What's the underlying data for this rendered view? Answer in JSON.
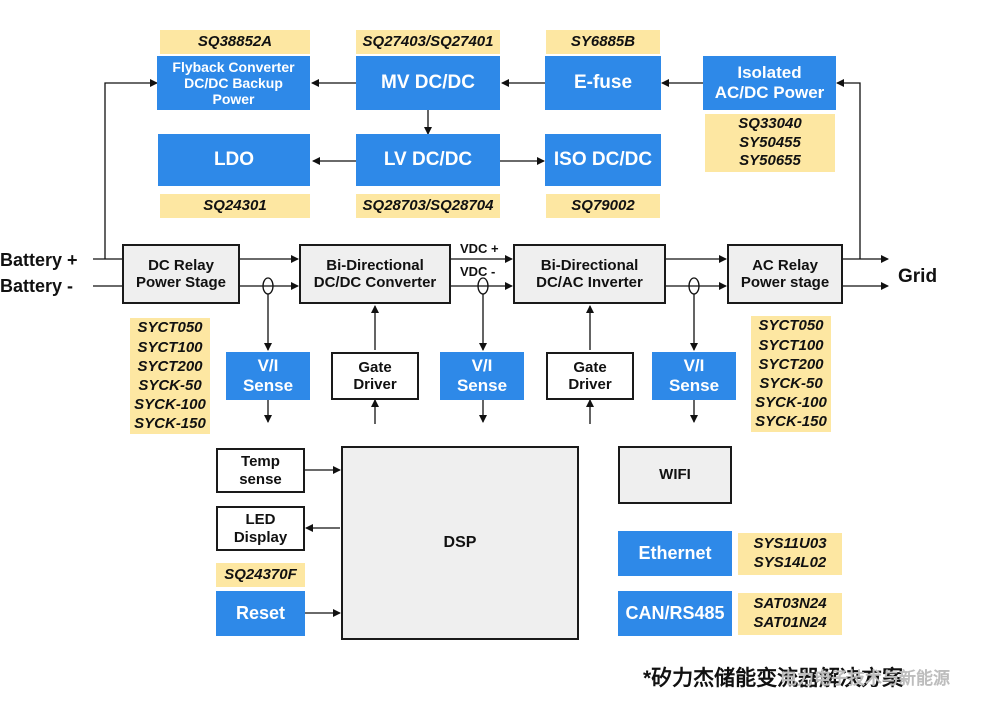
{
  "blocks": {
    "flyback": [
      "Flyback Converter",
      "DC/DC Backup",
      "Power"
    ],
    "mv_dcdc": "MV DC/DC",
    "efuse": "E-fuse",
    "isolated_acdc": [
      "Isolated",
      "AC/DC Power"
    ],
    "ldo": "LDO",
    "lv_dcdc": "LV DC/DC",
    "iso_dcdc": "ISO DC/DC",
    "dc_relay": [
      "DC Relay",
      "Power Stage"
    ],
    "bidir_dcdc": [
      "Bi-Directional",
      "DC/DC Converter"
    ],
    "bidir_dcac": [
      "Bi-Directional",
      "DC/AC Inverter"
    ],
    "ac_relay": [
      "AC Relay",
      "Power stage"
    ],
    "vi_sense": [
      "V/I",
      "Sense"
    ],
    "gate_driver": [
      "Gate",
      "Driver"
    ],
    "temp_sense": [
      "Temp",
      "sense"
    ],
    "led_display": [
      "LED",
      "Display"
    ],
    "dsp": "DSP",
    "reset": "Reset",
    "wifi": "WIFI",
    "ethernet": "Ethernet",
    "can_rs485": "CAN/RS485"
  },
  "parts": {
    "flyback": [
      "SQ38852A"
    ],
    "mv_dcdc": [
      "SQ27403/SQ27401"
    ],
    "efuse": [
      "SY6885B"
    ],
    "isolated_acdc": [
      "SQ33040",
      "SY50455",
      "SY50655"
    ],
    "ldo": [
      "SQ24301"
    ],
    "lv_dcdc": [
      "SQ28703/SQ28704"
    ],
    "iso_dcdc": [
      "SQ79002"
    ],
    "dc_relay": [
      "SYCT050",
      "SYCT100",
      "SYCT200",
      "SYCK-50",
      "SYCK-100",
      "SYCK-150"
    ],
    "ac_relay": [
      "SYCT050",
      "SYCT100",
      "SYCT200",
      "SYCK-50",
      "SYCK-100",
      "SYCK-150"
    ],
    "reset": [
      "SQ24370F"
    ],
    "ethernet": [
      "SYS11U03",
      "SYS14L02"
    ],
    "can_rs485": [
      "SAT03N24",
      "SAT01N24"
    ]
  },
  "labels": {
    "battery_plus": "Battery +",
    "battery_minus": "Battery -",
    "vdc_plus": "VDC +",
    "vdc_minus": "VDC -",
    "grid": "Grid",
    "footer": "*矽力杰储能变流器解决方案",
    "watermark": "电力电子技术与新能源"
  },
  "colors": {
    "block_blue": "#2e89e8",
    "tag_yellow": "#fde7a2",
    "box_gray": "#efefef"
  }
}
